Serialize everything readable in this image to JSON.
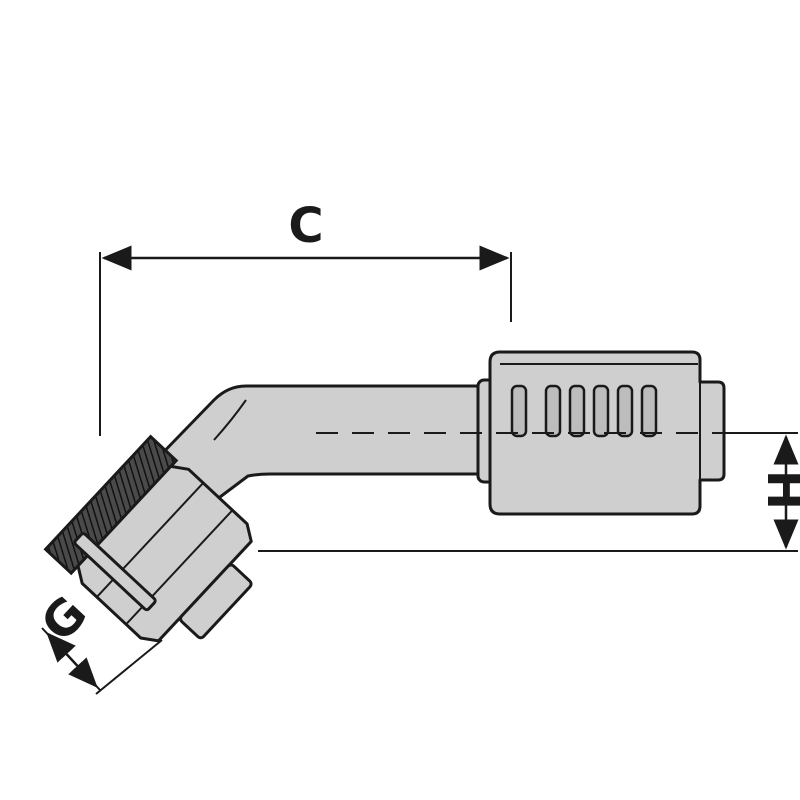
{
  "dimensions": {
    "c": "C",
    "h": "H",
    "g": "G"
  },
  "colors": {
    "line": "#1a1a1a",
    "body": "#cfcfcf",
    "nut_dark": "#3a3a3a"
  }
}
